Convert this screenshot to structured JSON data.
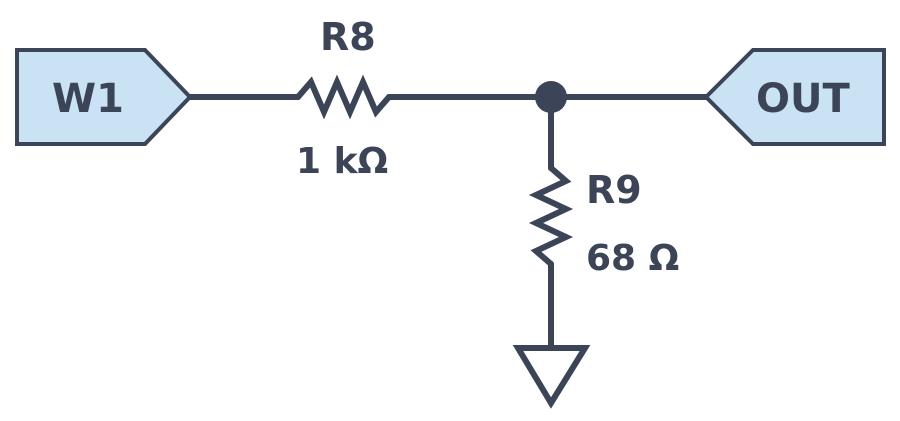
{
  "colors": {
    "wire": "#3c4557",
    "port_fill": "#c9e3f5"
  },
  "ports": {
    "input": {
      "label": "W1"
    },
    "output": {
      "label": "OUT"
    }
  },
  "components": {
    "r8": {
      "ref": "R8",
      "value": "1 kΩ"
    },
    "r9": {
      "ref": "R9",
      "value": "68 Ω"
    }
  },
  "icons": {
    "junction": "junction-dot-icon",
    "ground": "ground-icon"
  }
}
